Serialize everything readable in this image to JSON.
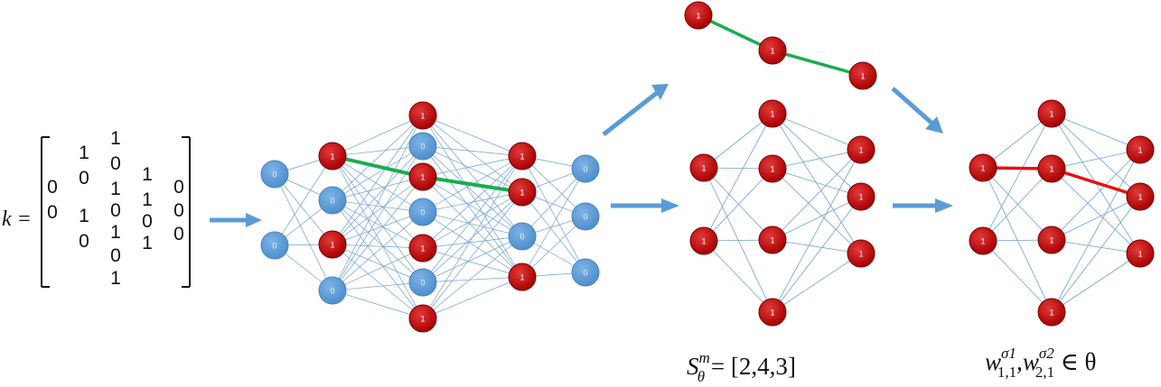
{
  "colors": {
    "blue_node": "#5b9bd5",
    "red_node": "#c00000",
    "edge": "#6fa0d6",
    "highlight_green": "#1aad4e",
    "highlight_red": "#e81010",
    "arrow": "#5b9bd5"
  },
  "matrix": {
    "lhs": "k =",
    "columns": [
      [
        "0",
        "0"
      ],
      [
        "1",
        "0",
        "1",
        "0"
      ],
      [
        "1",
        "0",
        "1",
        "0",
        "1",
        "0",
        "1"
      ],
      [
        "1",
        "1",
        "0",
        "1"
      ],
      [
        "0",
        "0",
        "0"
      ]
    ]
  },
  "supernet": {
    "layers": [
      [
        "0",
        "0"
      ],
      [
        "1",
        "0",
        "1",
        "0"
      ],
      [
        "1",
        "0",
        "1",
        "0",
        "1",
        "0",
        "1"
      ],
      [
        "1",
        "1",
        "0",
        "1"
      ],
      [
        "0",
        "0",
        "0"
      ]
    ]
  },
  "path_net": {
    "labels": [
      "1",
      "1",
      "1"
    ]
  },
  "subnet": {
    "layers": [
      [
        "1",
        "1"
      ],
      [
        "1",
        "1",
        "1",
        "1"
      ],
      [
        "1",
        "1",
        "1"
      ]
    ]
  },
  "final_net": {
    "layers": [
      [
        "1",
        "1"
      ],
      [
        "1",
        "1",
        "1",
        "1"
      ],
      [
        "1",
        "1",
        "1"
      ]
    ]
  },
  "captions": {
    "subnet": {
      "base": "S",
      "sup": "m",
      "sub": "θ",
      "rest": " = [2,4,3]"
    },
    "weights": {
      "w1": {
        "base": "w",
        "sup": "σ1",
        "sub": "1,1"
      },
      "sep": ",",
      "w2": {
        "base": "w",
        "sup": "σ2",
        "sub": "2,1"
      },
      "rest": " ∈ θ"
    }
  }
}
